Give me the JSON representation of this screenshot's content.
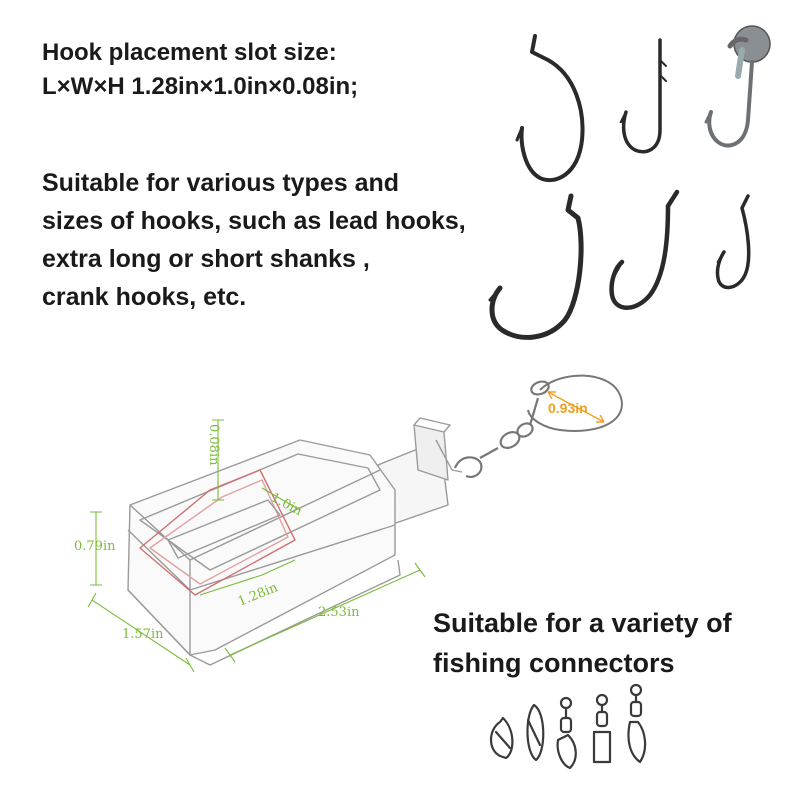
{
  "spec_block": {
    "line1": "Hook placement slot size:",
    "line2": "L×W×H 1.28in×1.0in×0.08in;"
  },
  "hooks_block": {
    "line1": "Suitable for various types and",
    "line2": "sizes of hooks, such as lead hooks,",
    "line3": "extra long or short shanks ,",
    "line4": "crank hooks, etc."
  },
  "connectors_block": {
    "line1": "Suitable for a variety of",
    "line2": "fishing connectors"
  },
  "dimensions": {
    "slot_height": "0.08in",
    "slot_width": "1.0in",
    "box_height": "0.79in",
    "slot_length": "1.28in",
    "box_length": "2.53in",
    "box_width": "1.57in",
    "ring_diameter": "0.93in"
  },
  "colors": {
    "text": "#1a1a1a",
    "dimension_green": "#7dbb3a",
    "ring_orange": "#f0a020",
    "slot_red": "#e05050"
  },
  "icons": [
    "hook-icon",
    "jig-head-icon",
    "snap-connector-icon",
    "swivel-icon",
    "hook-storage-box-icon"
  ]
}
